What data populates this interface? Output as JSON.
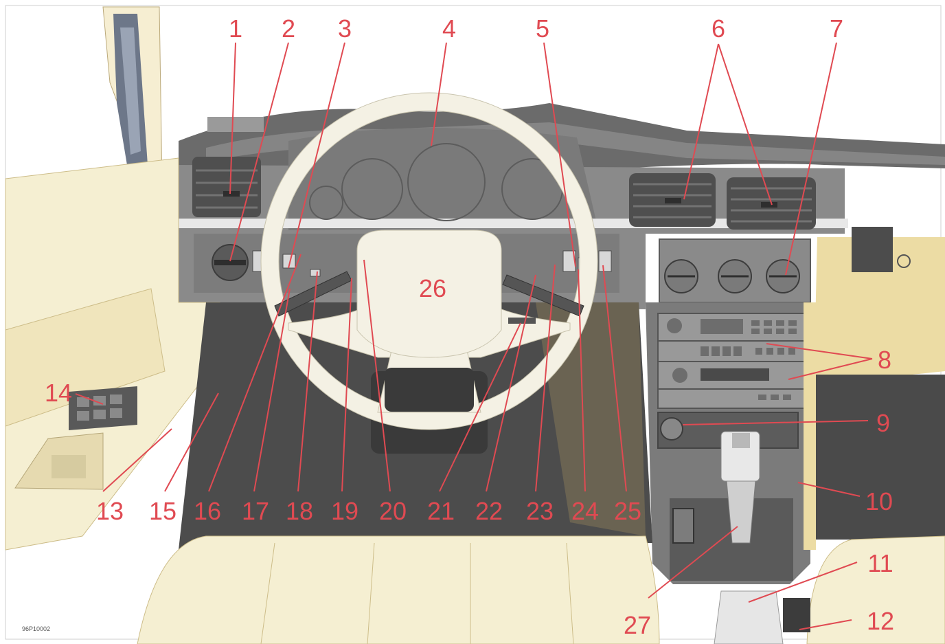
{
  "labels": {
    "n1": "1",
    "n2": "2",
    "n3": "3",
    "n4": "4",
    "n5": "5",
    "n6": "6",
    "n7": "7",
    "n8": "8",
    "n9": "9",
    "n10": "10",
    "n11": "11",
    "n12": "12",
    "n13": "13",
    "n14": "14",
    "n15": "15",
    "n16": "16",
    "n17": "17",
    "n18": "18",
    "n19": "19",
    "n20": "20",
    "n21": "21",
    "n22": "22",
    "n23": "23",
    "n24": "24",
    "n25": "25",
    "n26": "26",
    "n27": "27"
  },
  "image_code": "96P10002",
  "colors": {
    "label": "#e04a52",
    "dash": "#7b7b7b",
    "dash_dark": "#5a5a5a",
    "floor": "#4a4a4a",
    "upholstery": "#f5efd2",
    "trim": "#ecdca4",
    "wheel": "#f4f1e4"
  }
}
